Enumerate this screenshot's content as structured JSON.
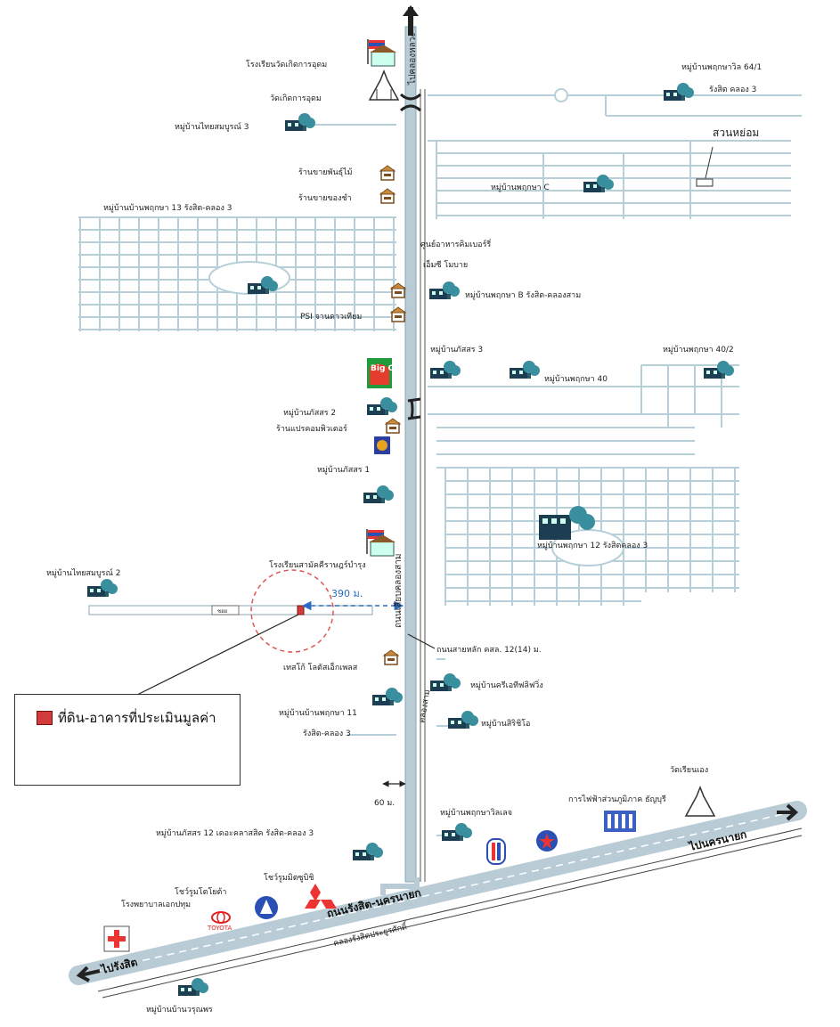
{
  "north": {
    "road_label": "ไปคลองหลวง"
  },
  "places": {
    "school_wat": "โรงเรียนวัดเกิดการอุดม",
    "wat_koet": "วัดเกิดการอุดม",
    "village_thai_3": "หมู่บ้านไทยสมบูรณ์ 3",
    "village_64_1": "หมู่บ้านพฤกษาวิล 64/1",
    "village_64_1_b": "รังสิต คลอง 3",
    "park": "สวนหย่อม",
    "shop_furniture": "ร้านขายพันธุ์ไม้",
    "shop_goods": "ร้านขายของชำ",
    "village_c": "หมู่บ้านพฤกษา C",
    "village_13": "หมู่บ้านบ้านพฤกษา 13 รังสิต-คลอง 3",
    "food_center": "ศูนย์อาหารคิมเบอร์รี่",
    "mc": "เอ็มซี โมบาย",
    "village_b": "หมู่บ้านพฤกษา B รังสิต-คลองสาม",
    "psi": "PSI จานดาวเทียม",
    "village_passorn3": "หมู่บ้านภัสสร 3",
    "village_40": "หมู่บ้านพฤกษา 40",
    "village_40_2": "หมู่บ้านพฤกษา 40/2",
    "big_c": "Big C",
    "village_passorn2": "หมู่บ้านภัสสร 2",
    "shop_computer": "ร้านแปรคอมพิวเตอร์",
    "village_passorn1": "หมู่บ้านภัสสร 1",
    "school_2": "โรงเรียนสามัคคีราษฎร์บำรุง",
    "village_12": "หมู่บ้านพฤกษา 12 รังสิตคลอง 3",
    "village_thai_2": "หมู่บ้านไทยสมบูรณ์ 2",
    "soi_small": "ซอย",
    "distance_390": "390 ม.",
    "road_main_label": "ถนนเลียบคลองสาม",
    "road_note": "ถนนสายหลัก คสล. 12(14) ม.",
    "tesco": "เทสโก้ โลตัสเอ็กเพลส",
    "village_creative": "หมู่บ้านครีเอทีฟลิฟวิ่ง",
    "village_11": "หมู่บ้านบ้านพฤกษา 11",
    "village_11_b": "รังสิต-คลอง 3",
    "village_siri": "หมู่บ้านสิริชิโอ",
    "canal_label": "คลองสาม",
    "distance_60": "60 ม.",
    "wat_right": "วัดเรียนเอง",
    "district_office": "การไฟฟ้าส่วนภูมิภาค ธัญบุรี",
    "village_prueksa_ville": "หมู่บ้านพฤกษาวิลเลจ",
    "village_passorn12": "หมู่บ้านภัสสร 12 เดอะคลาสสิค รังสิต-คลอง 3",
    "showroom_mitsu": "โชว์รูมมิตซูบิชิ",
    "showroom_toyota": "โชว์รูมโตโยต้า",
    "hospital": "โรงพยาบาลเอกปทุม",
    "toyota": "TOYOTA",
    "highway": "ถนนรังสิต-นครนายก",
    "canal_rangsit": "คลองรังสิตประยูรศักดิ์",
    "to_nakhon_nayok": "ไปนครนายก",
    "to_rangsit": "ไปรังสิต",
    "village_bottom": "หมู่บ้านบ้านวรุณพร"
  },
  "legend": {
    "label": "ที่ดิน-อาคารที่ประเมินมูลค่า",
    "color": "#d23b3b"
  },
  "colors": {
    "road": "#b9ccd6",
    "road_edge": "#8aa5b3",
    "grid": "#b7cfd9",
    "marker": "#d23b3b",
    "dimension": "#2b6cc4"
  }
}
